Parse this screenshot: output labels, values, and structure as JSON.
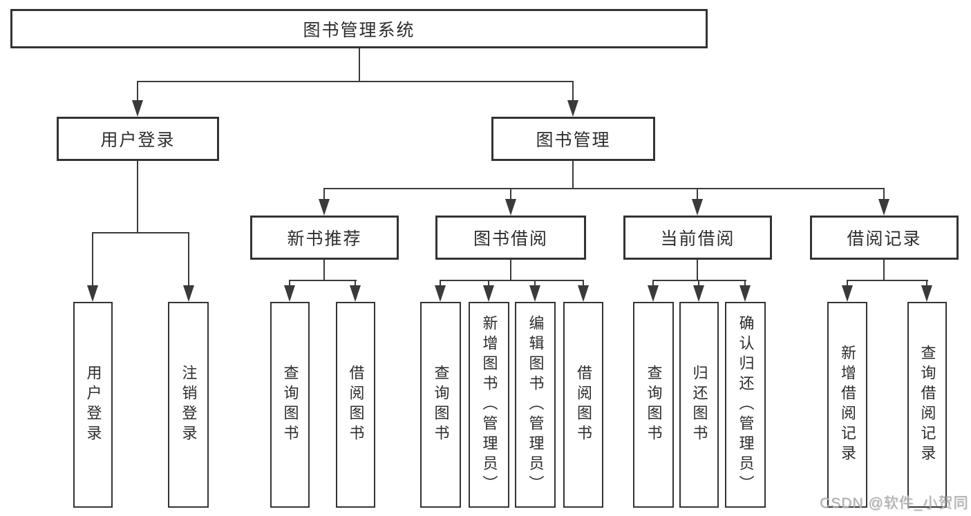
{
  "colors": {
    "line": "#3a3a3a",
    "box_border": "#333333",
    "text": "#2d2d2d",
    "watermark": "#b0b0b0",
    "background": "#ffffff"
  },
  "tree": {
    "label": "图书管理系统",
    "children": [
      {
        "label": "用户登录",
        "children": [
          {
            "label": "用户登录"
          },
          {
            "label": "注销登录"
          }
        ]
      },
      {
        "label": "图书管理",
        "children": [
          {
            "label": "新书推荐",
            "children": [
              {
                "label": "查询图书"
              },
              {
                "label": "借阅图书"
              }
            ]
          },
          {
            "label": "图书借阅",
            "children": [
              {
                "label": "查询图书"
              },
              {
                "label": "新增图书（管理员）"
              },
              {
                "label": "编辑图书（管理员）"
              },
              {
                "label": "借阅图书"
              }
            ]
          },
          {
            "label": "当前借阅",
            "children": [
              {
                "label": "查询图书"
              },
              {
                "label": "归还图书"
              },
              {
                "label": "确认归还（管理员）"
              }
            ]
          },
          {
            "label": "借阅记录",
            "children": [
              {
                "label": "新增借阅记录"
              },
              {
                "label": "查询借阅记录"
              }
            ]
          }
        ]
      }
    ]
  },
  "watermark": {
    "text": "CSDN @软件_小贺同学"
  }
}
